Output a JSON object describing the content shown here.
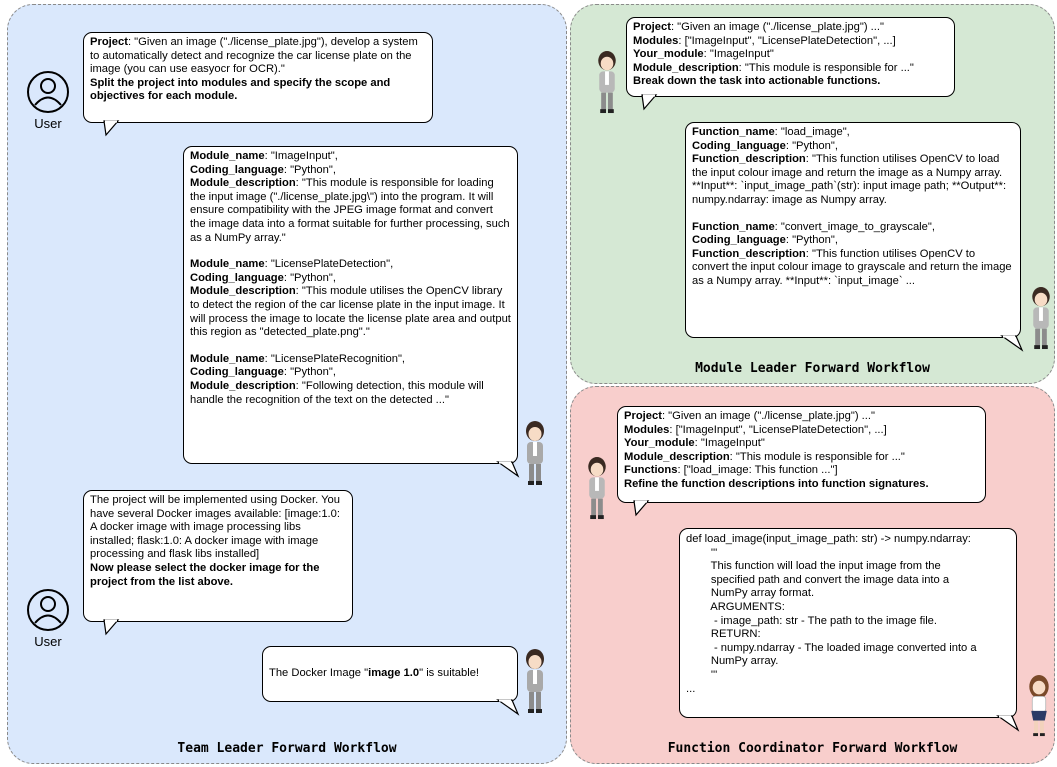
{
  "panels": {
    "team_leader": {
      "title": "Team Leader Forward Workflow"
    },
    "module_leader": {
      "title": "Module Leader Forward Workflow"
    },
    "function_coordinator": {
      "title": "Function Coordinator Forward Workflow"
    }
  },
  "user_label": "User",
  "team": {
    "prompt1": {
      "project_key": "Project",
      "project_text": ": \"Given an image (\"./license_plate.jpg\"), develop a system to automatically detect and recognize the car license plate on the image (you can use easyocr for OCR).\"",
      "instruction": "Split the project into modules and specify the scope and objectives for each module."
    },
    "response1": {
      "modules": [
        {
          "name_key": "Module_name",
          "name_val": ": \"ImageInput\",",
          "lang_key": "Coding_language",
          "lang_val": ": \"Python\",",
          "desc_key": "Module_description",
          "desc_val": ": \"This module is responsible for loading the input image (\"./license_plate.jpg\\\") into the program. It will ensure compatibility with the JPEG image format and convert the image data into a format suitable for further processing, such as a NumPy array.\""
        },
        {
          "name_key": "Module_name",
          "name_val": ": \"LicensePlateDetection\",",
          "lang_key": "Coding_language",
          "lang_val": ": \"Python\",",
          "desc_key": "Module_description",
          "desc_val": ": \"This module utilises the OpenCV library to detect the region of the car license plate in the input image. It will process the image to locate the license plate area and output this region as \"detected_plate.png\".\""
        },
        {
          "name_key": "Module_name",
          "name_val": ": \"LicensePlateRecognition\",",
          "lang_key": "Coding_language",
          "lang_val": ": \"Python\",",
          "desc_key": "Module_description",
          "desc_val": ": \"Following detection, this module will handle the recognition of the text on the detected ...\""
        }
      ]
    },
    "prompt2": {
      "text": "The project will be implemented using Docker. You have several Docker images available: [image:1.0: A docker image with image processing libs installed; flask:1.0: A docker image with image processing and flask libs installed]",
      "instruction": "Now please select the docker image for the project from the list above."
    },
    "response2": {
      "prefix": "The Docker Image \"",
      "bold": "image 1.0",
      "suffix": "\" is suitable!"
    }
  },
  "module": {
    "prompt": {
      "project_key": "Project",
      "project_val": ": \"Given an image (\"./license_plate.jpg\") ...\"",
      "modules_key": "Modules",
      "modules_val": ": [\"ImageInput\", \"LicensePlateDetection\", ...]",
      "your_key": "Your_module",
      "your_val": ": \"ImageInput\"",
      "desc_key": "Module_description",
      "desc_val": ": \"This module is responsible for ...\"",
      "instruction": "Break down the task into actionable functions."
    },
    "response": {
      "functions": [
        {
          "name_key": "Function_name",
          "name_val": ": \"load_image\",",
          "lang_key": "Coding_language",
          "lang_val": ": \"Python\",",
          "desc_key": "Function_description",
          "desc_val": ": \"This function utilises OpenCV to load the input colour image and return the image as a Numpy array. **Input**: `input_image_path`(str): input image path; **Output**: numpy.ndarray: image as Numpy array."
        },
        {
          "name_key": "Function_name",
          "name_val": ": \"convert_image_to_grayscale\",",
          "lang_key": "Coding_language",
          "lang_val": ": \"Python\",",
          "desc_key": "Function_description",
          "desc_val": ": \"This function utilises OpenCV to convert the input colour image to grayscale and return the image as a Numpy array. **Input**: `input_image` ..."
        }
      ]
    }
  },
  "func": {
    "prompt": {
      "project_key": "Project",
      "project_val": ": \"Given an image (\"./license_plate.jpg\") ...\"",
      "modules_key": "Modules",
      "modules_val": ": [\"ImageInput\", \"LicensePlateDetection\", ...]",
      "your_key": "Your_module",
      "your_val": ": \"ImageInput\"",
      "desc_key": "Module_description",
      "desc_val": ": \"This module is responsible for ...\"",
      "functions_key": "Functions",
      "functions_val": ": [\"load_image: This function ...\"]",
      "instruction": "Refine the function descriptions into function signatures."
    },
    "response": {
      "lines": [
        "def load_image(input_image_path: str) -> numpy.ndarray:",
        "        '''",
        "        This function will load the input image from the",
        "        specified path and convert the image data into a",
        "        NumPy array format.",
        "        ARGUMENTS:",
        "         - image_path: str - The path to the image file.",
        "        RETURN:",
        "         - numpy.ndarray - The loaded image converted into a",
        "        NumPy array.",
        "        '''",
        "..."
      ]
    }
  },
  "colors": {
    "team_panel": "#dae8fc",
    "module_panel": "#d5e8d4",
    "func_panel": "#f8cecc",
    "border_dashed": "#8a8a8a"
  }
}
